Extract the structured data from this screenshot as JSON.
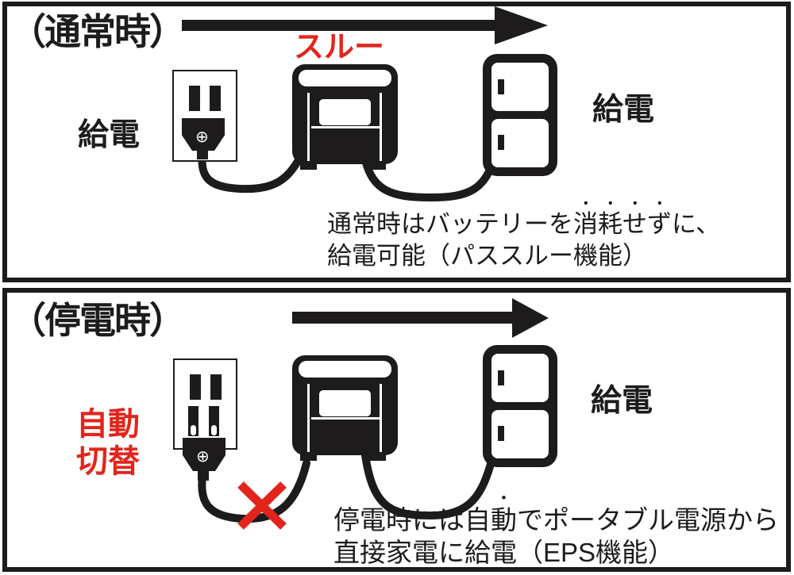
{
  "colors": {
    "ink": "#1d1b1b",
    "red": "#e2251c",
    "background": "#ffffff"
  },
  "icons": {
    "screw_symbol": "⊕"
  },
  "panels": {
    "normal": {
      "heading": "（通常時）",
      "flow_label": "スルー",
      "supply_label_left": "給電",
      "supply_label_right": "給電",
      "caption_line1_pre": "通常時はバッテリーを",
      "caption_line1_emphasis": "消耗せず",
      "caption_line1_post": "に、",
      "caption_line2": "給電可能（パススルー機能）"
    },
    "outage": {
      "heading": "（停電時）",
      "auto_switch_line1": "自動",
      "auto_switch_line2": "切替",
      "supply_label_right": "給電",
      "caption_line1_pre": "停電時には",
      "caption_line1_emphasis": "自動",
      "caption_line1_post": "でポータブル電源から",
      "caption_line2": "直接家電に給電（EPS機能）"
    }
  }
}
